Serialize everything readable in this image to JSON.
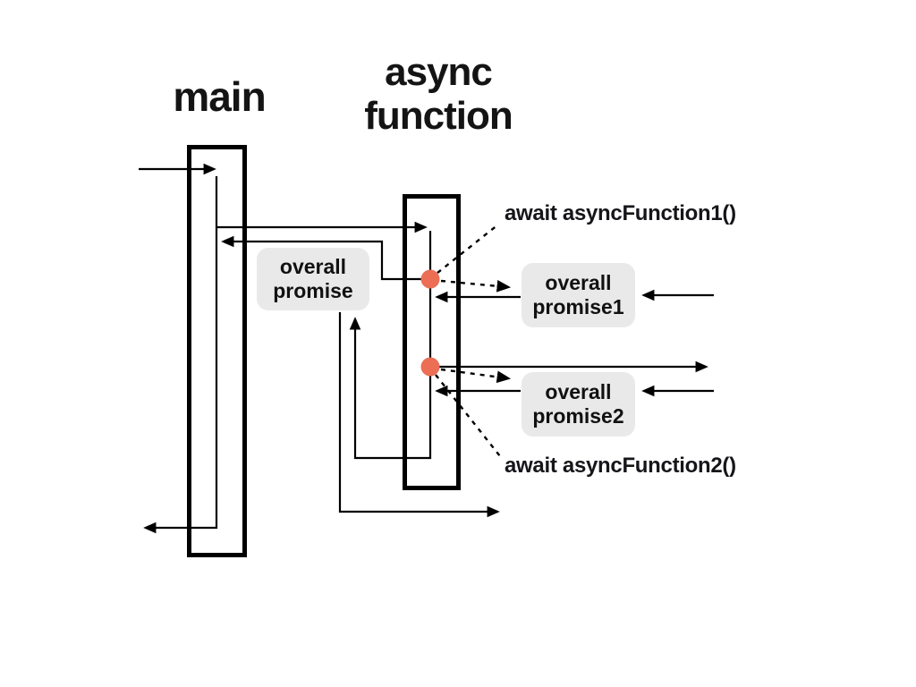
{
  "diagram": {
    "lifelines": [
      {
        "id": "main",
        "title": "main"
      },
      {
        "id": "async-function",
        "title": "async function"
      }
    ],
    "promise_boxes": [
      {
        "id": "overall-promise",
        "label": "overall promise"
      },
      {
        "id": "overall-promise-1",
        "label": "overall promise1"
      },
      {
        "id": "overall-promise-2",
        "label": "overall promise2"
      }
    ],
    "await_annotations": [
      {
        "id": "await-1",
        "label": "await asyncFunction1()"
      },
      {
        "id": "await-2",
        "label": "await asyncFunction2()"
      }
    ],
    "colors": {
      "await_point": "#eb6e55",
      "label_box_background": "#e9e9e9",
      "line": "#000000",
      "background": "#ffffff",
      "text": "#141414"
    }
  }
}
